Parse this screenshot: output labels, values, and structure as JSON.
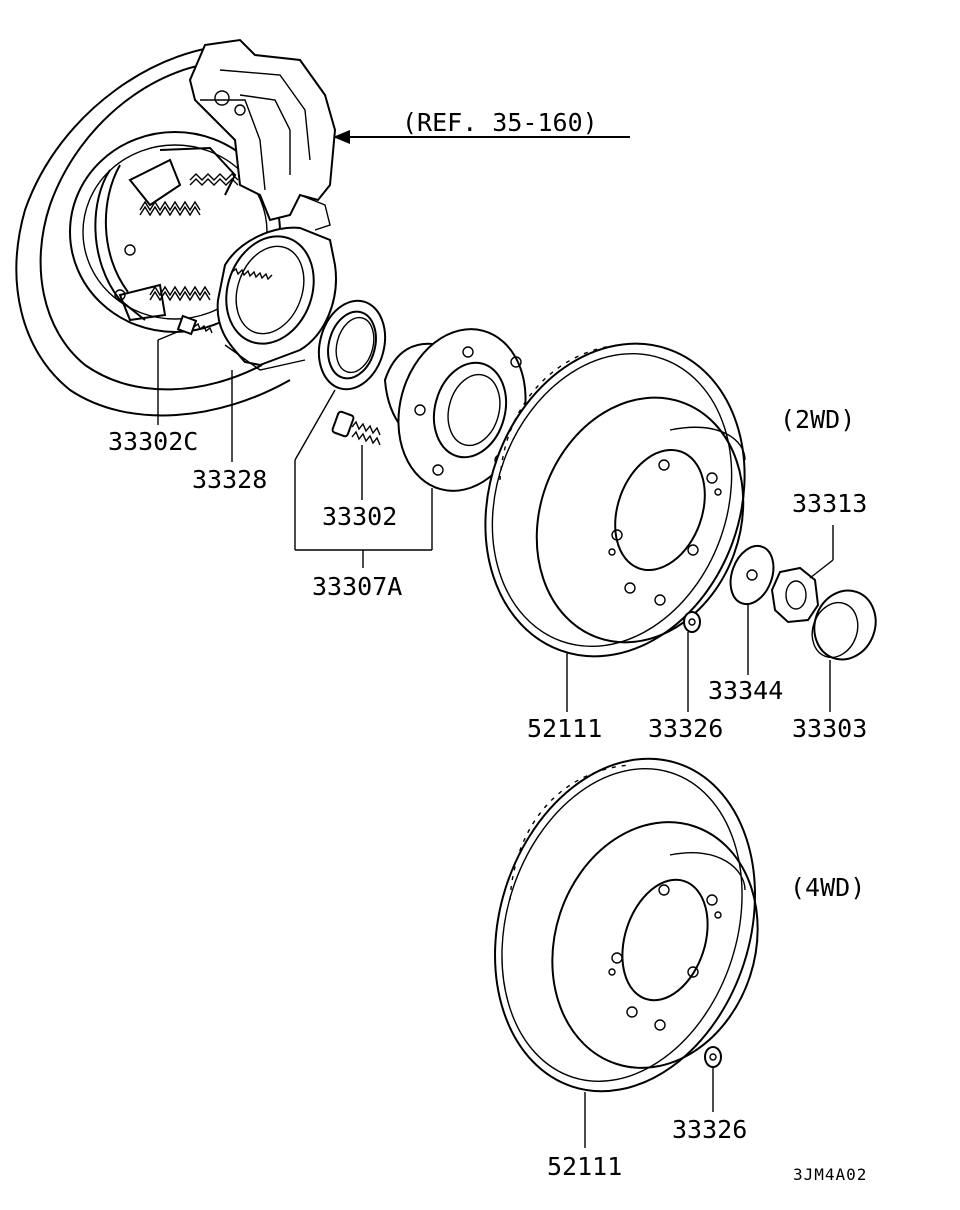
{
  "diagram": {
    "reference_label": "(REF. 35-160)",
    "variant_2wd": "(2WD)",
    "variant_4wd": "(4WD)",
    "figure_code": "3JM4A02",
    "parts": {
      "p33302C": "33302C",
      "p33328": "33328",
      "p33302": "33302",
      "p33307A": "33307A",
      "p52111_upper": "52111",
      "p33326_upper": "33326",
      "p33344": "33344",
      "p33313": "33313",
      "p33303": "33303",
      "p52111_lower": "52111",
      "p33326_lower": "33326"
    }
  }
}
